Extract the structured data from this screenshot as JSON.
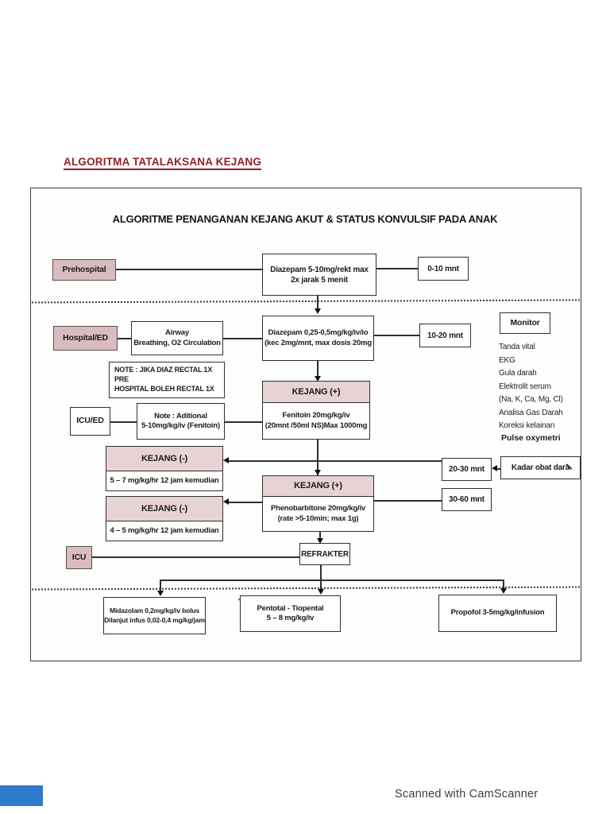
{
  "page": {
    "title": "ALGORITMA TATALAKSANA KEJANG",
    "footer": "Scanned with CamScanner"
  },
  "chart": {
    "title": "ALGORITME PENANGANAN KEJANG AKUT & STATUS KONVULSIF PADA ANAK"
  },
  "stages": {
    "prehospital": "Prehospital",
    "hospital_ed": "Hospital/ED",
    "icu_ed": "ICU/ED",
    "icu": "ICU"
  },
  "boxes": {
    "diazepam_rectal": {
      "line1": "Diazepam 5-10mg/rekt  max",
      "line2": "2x jarak 5 menit"
    },
    "time_0_10": "0-10 mnt",
    "airway": {
      "line1": "Airway",
      "line2": "Breathing, O2 Circulation"
    },
    "diazepam_iv": {
      "line1": "Diazepam 0,25-0,5mg/kg/iv/io",
      "line2": "(kec 2mg/mnt, max dosis 20mg"
    },
    "time_10_20": "10-20 mnt",
    "note_rectal": {
      "line1": "NOTE : JIKA DIAZ RECTAL 1X PRE",
      "line2": "HOSPITAL BOLEH RECTAL 1X"
    },
    "note_aditional": {
      "line1": "Note : Aditional",
      "line2": "5-10mg/kg/iv (Fenitoin)"
    },
    "kejang_pos_fenitoin": {
      "header": "KEJANG (+)",
      "line1": "Fenitoin 20mg/kg/iv",
      "line2": "(20mnt /50ml NS)Max 1000mg"
    },
    "kejang_neg_1": {
      "header": "KEJANG (-)",
      "body": "5 – 7 mg/kg/hr  12 jam kemudian"
    },
    "kejang_neg_2": {
      "header": "KEJANG (-)",
      "body": "4 – 5  mg/kg/hr  12 jam kemudian"
    },
    "kejang_pos_phenobarbitone": {
      "header": "KEJANG (+)",
      "line1": "Phenobarbitone 20mg/kg/iv",
      "line2": "(rate >5-10min; max 1g)"
    },
    "time_20_30": "20-30 mnt",
    "time_30_60": "30-60 mnt",
    "kadar_obat": "Kadar obat dara",
    "refrakter": "REFRAKTER",
    "midazolam": {
      "line1": "Midazolam 0,2mg/kg/iv bolus",
      "line2": "Dilanjut infus 0,02-0,4 mg/kg/jam"
    },
    "pentotal": {
      "line1": "Pentotal - Tiopental",
      "line2": "5 – 8 mg/kg/iv"
    },
    "propofol": "Propofol 3-5mg/kg/infusion"
  },
  "monitor": {
    "title": "Monitor",
    "items": [
      "Tanda vital",
      "EKG",
      "Gula darah",
      "Elektrolit serum",
      "(Na, K, Ca, Mg, Cl)",
      "Analisa Gas Darah",
      "Koreksi kelainan"
    ],
    "pulse": "Pulse oxymetri"
  },
  "annotation": {
    "red_mark": "✦"
  },
  "colors": {
    "stage_pink": "#d9bcc0",
    "header_pink": "#e7d2d4",
    "title_red": "#8e2126",
    "camscanner_blue": "#2e7bd0"
  }
}
